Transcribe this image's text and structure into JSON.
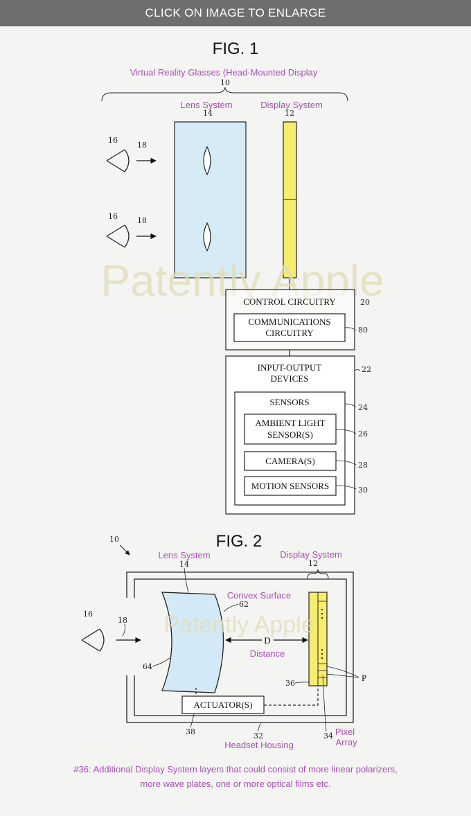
{
  "header": {
    "enlarge_label": "CLICK ON IMAGE TO ENLARGE"
  },
  "watermark": "Patently Apple",
  "fig1": {
    "title": "FIG. 1",
    "device_label": "Virtual Reality Glasses (Head-Mounted Display",
    "device_ref": "10",
    "lens_label": "Lens System",
    "lens_ref": "14",
    "display_label": "Display System",
    "display_ref": "12",
    "eye_ref": "16",
    "arrow_ref": "18",
    "control_label": "CONTROL CIRCUITRY",
    "control_ref": "20",
    "comm_line1": "COMMUNICATIONS",
    "comm_line2": "CIRCUITRY",
    "comm_ref": "80",
    "io_line1": "INPUT-OUTPUT",
    "io_line2": "DEVICES",
    "io_ref": "22",
    "sensors_label": "SENSORS",
    "sensors_ref": "24",
    "ambient_line1": "AMBIENT LIGHT",
    "ambient_line2": "SENSOR(S)",
    "ambient_ref": "26",
    "camera_label": "CAMERA(S)",
    "camera_ref": "28",
    "motion_label": "MOTION SENSORS",
    "motion_ref": "30"
  },
  "fig2": {
    "title": "FIG. 2",
    "device_ref": "10",
    "lens_label": "Lens System",
    "lens_ref": "14",
    "display_label": "Display System",
    "display_ref": "12",
    "convex_label": "Convex Surface",
    "convex_ref": "62",
    "eye_ref": "16",
    "arrow_ref": "18",
    "lens_side_ref": "64",
    "distance_letter": "D",
    "distance_label": "Distance",
    "layer_ref": "36",
    "pixel_letter": "P",
    "actuator_label": "ACTUATOR(S)",
    "actuator_ref": "38",
    "housing_ref": "32",
    "housing_label": "Headset Housing",
    "pixel_array_ref": "34",
    "pixel_label_line1": "Pixel",
    "pixel_label_line2": "Array"
  },
  "caption": {
    "line1": "#36: Additional Display System layers that could consist of more linear polarizers,",
    "line2": "more wave plates, one or more optical films etc."
  }
}
